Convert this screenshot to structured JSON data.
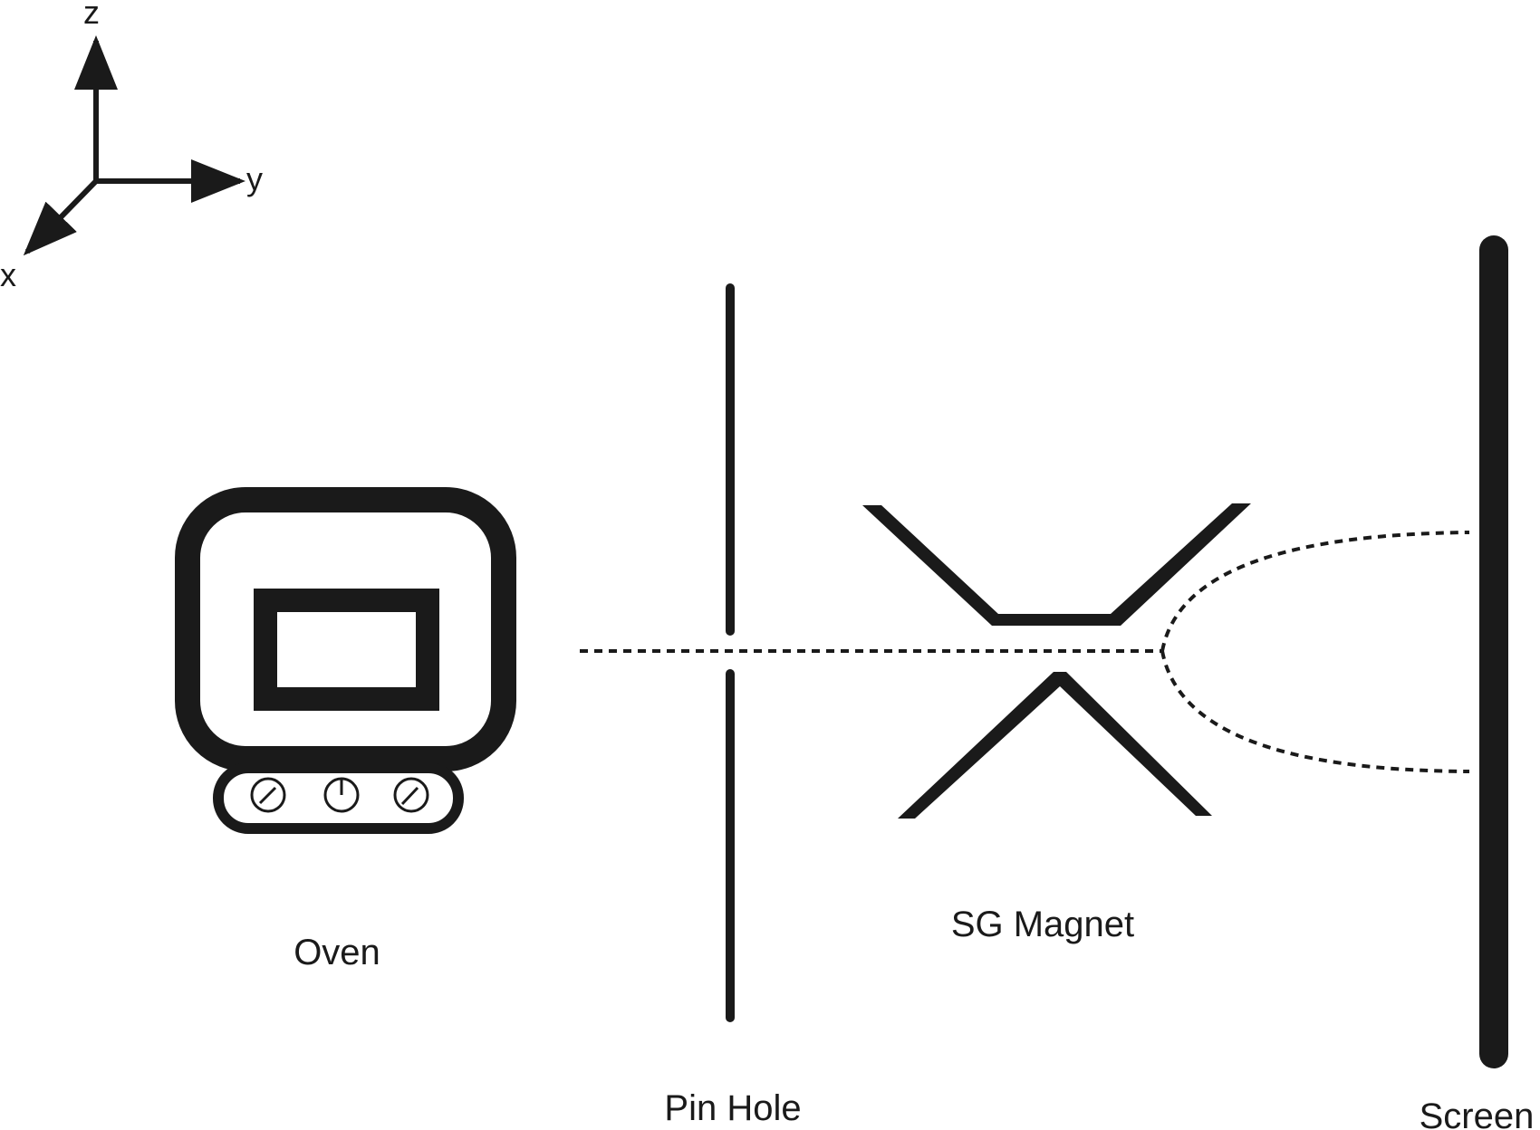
{
  "axes": {
    "z_label": "z",
    "y_label": "y",
    "x_label": "x"
  },
  "components": {
    "oven": "Oven",
    "pin_hole": "Pin Hole",
    "magnet": "SG Magnet",
    "screen": "Screen"
  },
  "colors": {
    "ink": "#1a1a1a",
    "background": "#ffffff"
  },
  "icons": {
    "oven": "oven-icon",
    "knob": "knob-icon"
  }
}
